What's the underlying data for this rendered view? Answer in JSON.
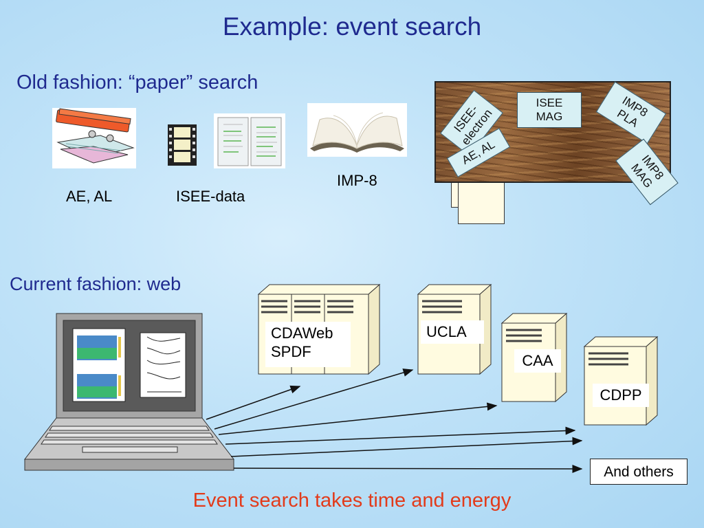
{
  "title": "Example: event search",
  "old": {
    "heading": "Old fashion: “paper” search",
    "items": [
      "AE, AL",
      "ISEE-data",
      "IMP-8"
    ]
  },
  "desk_cards": {
    "isee_electron": "ISEE-\nelectron",
    "isee_mag": "ISEE\nMAG",
    "imp8_pla": "IMP8\nPLA",
    "ae_al": "AE, AL",
    "imp8_mag": "IMP8\nMAG"
  },
  "current": {
    "heading": "Current fashion: web"
  },
  "servers": {
    "cdaweb": "CDAWeb\nSPDF",
    "ucla": "UCLA",
    "caa": "CAA",
    "cdpp": "CDPP",
    "others": "And others"
  },
  "footer": "Event search takes time and energy",
  "colors": {
    "title": "#1f2a8f",
    "footer": "#e23b1b"
  }
}
